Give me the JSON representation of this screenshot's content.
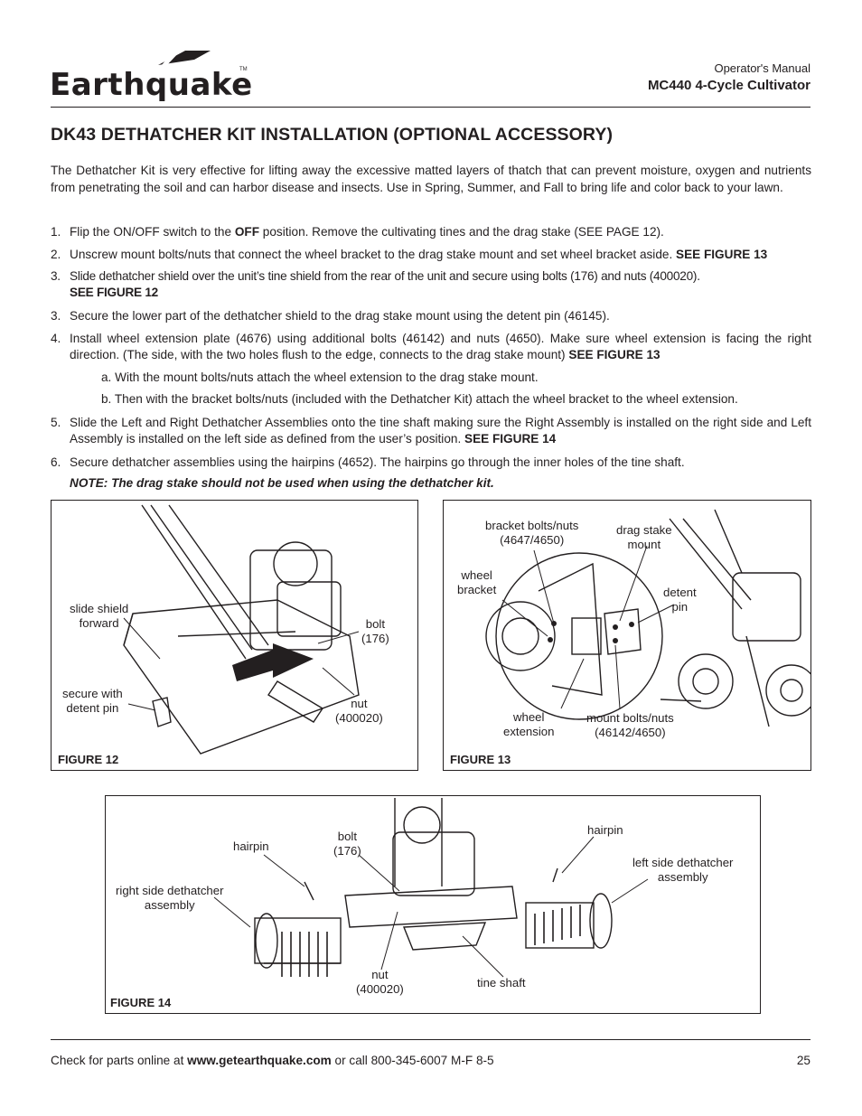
{
  "header": {
    "logo_text": "Earthquake",
    "logo_tm": "TM",
    "doc_type": "Operator's Manual",
    "model": "MC440 4-Cycle Cultivator"
  },
  "section_title": "DK43 DETHATCHER KIT INSTALLATION (OPTIONAL ACCESSORY)",
  "intro": "The Dethatcher Kit is very effective for lifting away the excessive matted layers of thatch that can prevent moisture, oxygen and nutrients from penetrating the soil and can harbor disease and insects. Use in Spring, Summer, and Fall to bring life and color back to your lawn.",
  "steps": [
    {
      "num": "1.",
      "pre": "Flip the ON/OFF switch to the ",
      "bold": "OFF",
      "post": " position. Remove the cultivating tines and the drag stake (SEE PAGE 12)."
    },
    {
      "num": "2.",
      "pre": "Unscrew mount bolts/nuts that connect the wheel bracket to the drag stake mount and set wheel bracket aside. ",
      "bold": "SEE FIGURE 13",
      "post": ""
    },
    {
      "num": "3.",
      "pre": "Slide dethatcher shield over the unit’s tine shield from the rear of the unit and secure using bolts (176) and nuts (400020).",
      "bold": "SEE FIGURE 12",
      "post": ""
    },
    {
      "num": "3.",
      "pre": "Secure the lower part of the dethatcher shield to the drag stake mount using the detent pin (46145).",
      "bold": "",
      "post": ""
    },
    {
      "num": "4.",
      "pre": "Install wheel extension plate (4676) using additional bolts (46142) and nuts (4650). Make sure wheel extension is facing the right direction. (The side, with the two holes flush to the edge, connects to the drag stake mount) ",
      "bold": "SEE FIGURE 13",
      "post": ""
    },
    {
      "num": "5.",
      "pre": "Slide the Left and Right Dethatcher Assemblies onto the tine shaft making sure the Right Assembly is installed on the right side and Left Assembly is installed on the left side as defined from the user’s position. ",
      "bold": "SEE FIGURE 14",
      "post": ""
    },
    {
      "num": "6.",
      "pre": "Secure dethatcher assemblies using the hairpins (4652). The hairpins go through the inner holes of the tine shaft.",
      "bold": "",
      "post": ""
    }
  ],
  "substeps": [
    "a.  With the mount bolts/nuts attach the wheel extension to the drag stake mount.",
    "b.  Then with the bracket bolts/nuts (included with the Dethatcher Kit) attach the wheel bracket to the wheel extension."
  ],
  "note": "NOTE: The drag stake should not be used when using the dethatcher kit.",
  "figure12": {
    "label": "FIGURE 12",
    "callouts": {
      "slide_shield_1": "slide shield",
      "slide_shield_2": "forward",
      "bolt_1": "bolt",
      "bolt_2": "(176)",
      "secure_1": "secure with",
      "secure_2": "detent pin",
      "nut_1": "nut",
      "nut_2": "(400020)"
    }
  },
  "figure13": {
    "label": "FIGURE 13",
    "callouts": {
      "bracket_1": "bracket bolts/nuts",
      "bracket_2": "(4647/4650)",
      "drag_1": "drag stake",
      "drag_2": "mount",
      "wheelbr_1": "wheel",
      "wheelbr_2": "bracket",
      "detent_1": "detent",
      "detent_2": "pin",
      "wheelext_1": "wheel",
      "wheelext_2": "extension",
      "mount_1": "mount bolts/nuts",
      "mount_2": "(46142/4650)"
    }
  },
  "figure14": {
    "label": "FIGURE 14",
    "callouts": {
      "hairpin_left": "hairpin",
      "bolt_1": "bolt",
      "bolt_2": "(176)",
      "hairpin_right": "hairpin",
      "left_assy_1": "left side dethatcher",
      "left_assy_2": "assembly",
      "right_assy_1": "right side dethatcher",
      "right_assy_2": "assembly",
      "nut_1": "nut",
      "nut_2": "(400020)",
      "tine_shaft": "tine shaft"
    }
  },
  "footer": {
    "pre": "Check for parts online at ",
    "url": "www.getearthquake.com",
    "post": " or call 800-345-6007 M-F 8-5",
    "page": "25"
  }
}
